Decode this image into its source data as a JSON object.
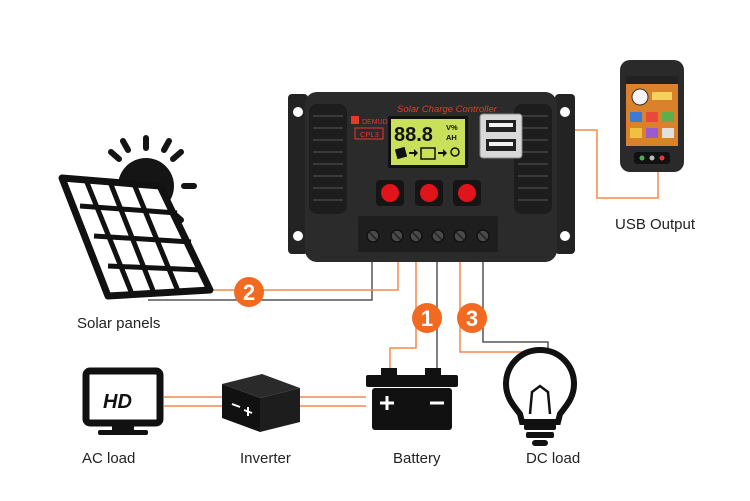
{
  "controller": {
    "title": "Solar Charge Controller",
    "brand": "DEMUDA",
    "model": "CPL3",
    "display_digits": "88.8",
    "display_units_top": "V%",
    "display_units_bottom": "AH"
  },
  "labels": {
    "solar": "Solar panels",
    "usb": "USB Output",
    "ac_load": "AC load",
    "inverter": "Inverter",
    "battery": "Battery",
    "dc_load": "DC load",
    "hd": "HD"
  },
  "markers": [
    "1",
    "2",
    "3"
  ],
  "colors": {
    "accent": "#f26a21",
    "device": "#2b2b2b",
    "button": "#e0141a",
    "lcd": "#c8e05a",
    "wire_dark": "#555555",
    "wire_orange": "#f4884a"
  },
  "icons": [
    "sun-icon",
    "solar-panel-icon",
    "smartphone-icon",
    "tv-icon",
    "inverter-icon",
    "battery-icon",
    "light-bulb-icon"
  ]
}
